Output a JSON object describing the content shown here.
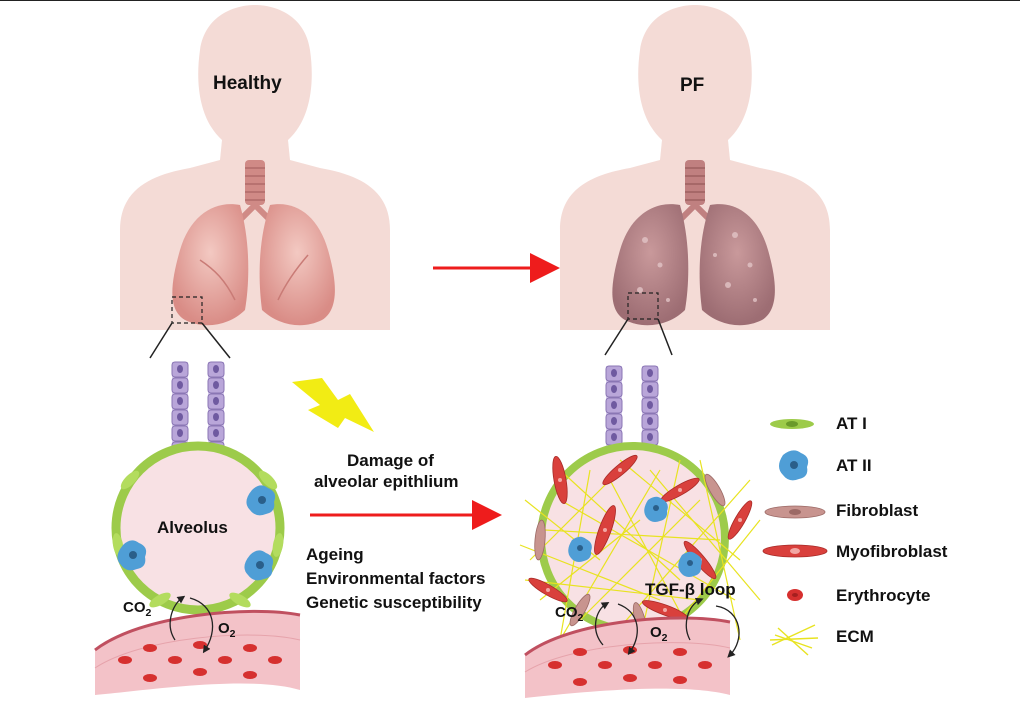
{
  "labels": {
    "healthy": "Healthy",
    "pf": "PF",
    "alveolus": "Alveolus",
    "co2_main": "CO",
    "co2_sub": "2",
    "o2_main": "O",
    "o2_sub": "2",
    "damage_line1": "Damage of",
    "damage_line2": "alveolar epithlium",
    "factors": [
      "Ageing",
      "Environmental factors",
      "Genetic susceptibility"
    ],
    "tgf_loop": "TGF-β loop"
  },
  "legend": [
    {
      "label": "AT I",
      "icon": "at1-cell-icon"
    },
    {
      "label": "AT II",
      "icon": "at2-cell-icon"
    },
    {
      "label": "Fibroblast",
      "icon": "fibroblast-icon"
    },
    {
      "label": "Myofibroblast",
      "icon": "myofibroblast-icon"
    },
    {
      "label": "Erythrocyte",
      "icon": "erythrocyte-icon"
    },
    {
      "label": "ECM",
      "icon": "ecm-icon"
    }
  ],
  "colors": {
    "skin": "#f4dbd6",
    "lung_healthy": "#e7aca6",
    "lung_fibrotic": "#b88286",
    "trachea": "#d08a86",
    "arrow": "#ee1c1c",
    "at1": "#9dcb4a",
    "at2": "#4f9ed6",
    "fibroblast": "#c8948f",
    "myofibroblast": "#d9403c",
    "erythrocyte": "#d6302f",
    "ecm": "#e8e320",
    "airway_cell": "#b9a6d9",
    "lightning": "#f2ec14",
    "vessel": "#e39aa5"
  }
}
